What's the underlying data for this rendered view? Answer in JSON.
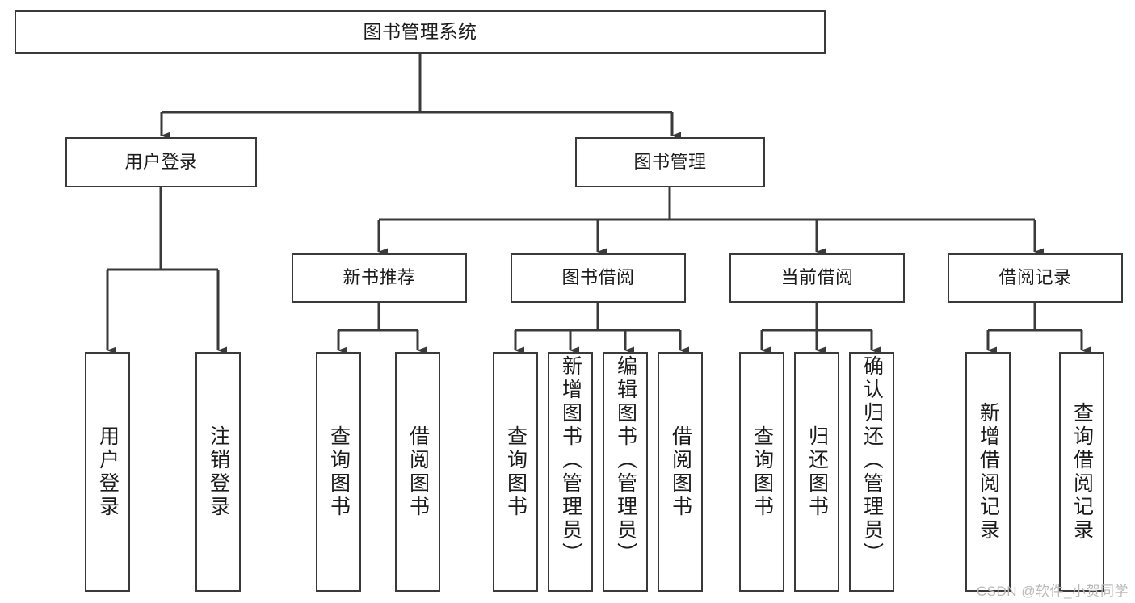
{
  "diagram": {
    "title": "图书管理系统",
    "type": "hierarchy-tree",
    "root": {
      "id": "root",
      "label": "图书管理系统"
    },
    "level2": [
      {
        "id": "user-login",
        "label": "用户登录"
      },
      {
        "id": "book-manage",
        "label": "图书管理"
      }
    ],
    "level3": [
      {
        "id": "new-book-rec",
        "label": "新书推荐"
      },
      {
        "id": "book-borrow",
        "label": "图书借阅"
      },
      {
        "id": "current-borrow",
        "label": "当前借阅"
      },
      {
        "id": "borrow-record",
        "label": "借阅记录"
      }
    ],
    "leaves": {
      "user_login": [
        {
          "id": "leaf-user-login",
          "label": "用户登录"
        },
        {
          "id": "leaf-logout",
          "label": "注销登录"
        }
      ],
      "new_book_rec": [
        {
          "id": "leaf-query-book-1",
          "label": "查询图书"
        },
        {
          "id": "leaf-borrow-book-1",
          "label": "借阅图书"
        }
      ],
      "book_borrow": [
        {
          "id": "leaf-query-book-2",
          "label": "查询图书"
        },
        {
          "id": "leaf-add-book",
          "label": "新增图书（管理员）"
        },
        {
          "id": "leaf-edit-book",
          "label": "编辑图书（管理员）"
        },
        {
          "id": "leaf-borrow-book-2",
          "label": "借阅图书"
        }
      ],
      "current_borrow": [
        {
          "id": "leaf-query-book-3",
          "label": "查询图书"
        },
        {
          "id": "leaf-return-book",
          "label": "归还图书"
        },
        {
          "id": "leaf-confirm-return",
          "label": "确认归还（管理员）"
        }
      ],
      "borrow_record": [
        {
          "id": "leaf-add-record",
          "label": "新增借阅记录"
        },
        {
          "id": "leaf-query-record",
          "label": "查询借阅记录"
        }
      ]
    }
  },
  "watermark": {
    "text": "CSDN @软件_小贺同学"
  },
  "colors": {
    "stroke": "#3a3a3a",
    "text": "#1b1b1b",
    "background": "#ffffff",
    "watermark": "#b9b9b9"
  }
}
